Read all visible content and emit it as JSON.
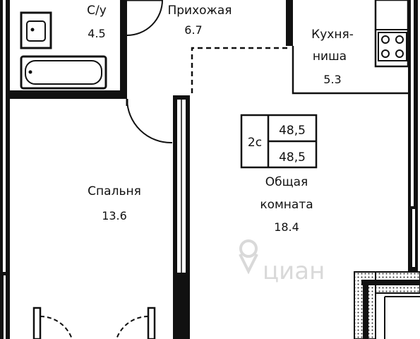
{
  "colors": {
    "wall": "#111111",
    "line": "#111111",
    "background": "#ffffff",
    "hatch": "#222222",
    "watermark": "#d9d9d9"
  },
  "rooms": {
    "bathroom": {
      "label": "С/у",
      "area": "4.5"
    },
    "hallway": {
      "label": "Прихожая",
      "area": "6.7"
    },
    "kitchen": {
      "label_line1": "Кухня-",
      "label_line2": "ниша",
      "area": "5.3"
    },
    "bedroom": {
      "label": "Спальня",
      "area": "13.6"
    },
    "living": {
      "label_line1": "Общая",
      "label_line2": "комната",
      "area": "18.4"
    }
  },
  "apartment_box": {
    "type": "2с",
    "area_top": "48,5",
    "area_bottom": "48,5"
  },
  "watermark": {
    "icon": "map-pin-icon",
    "text": "циан"
  }
}
